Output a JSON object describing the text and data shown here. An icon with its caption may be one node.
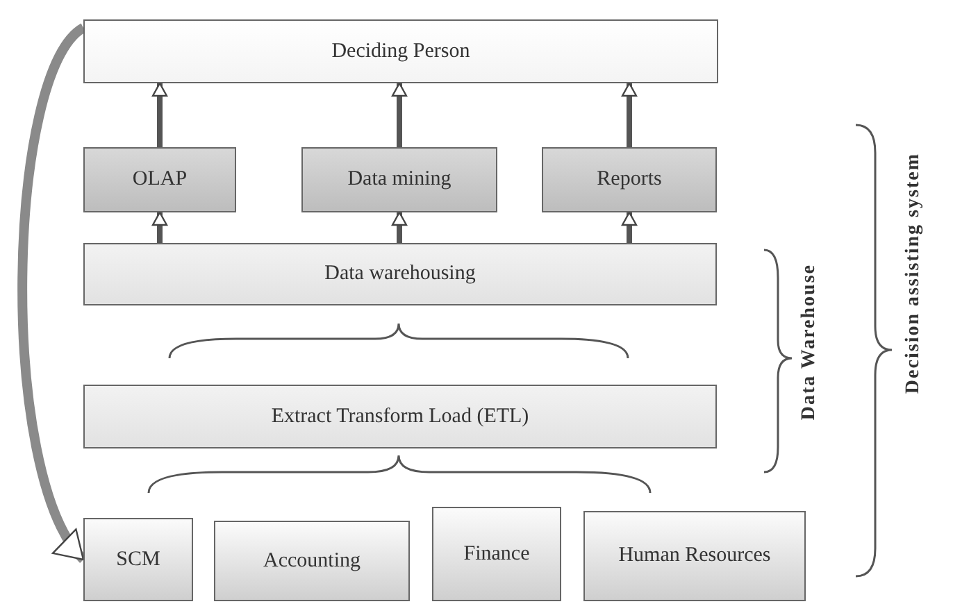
{
  "diagram": {
    "nodes": [
      {
        "text": [
          "Deciding Person"
        ]
      },
      {
        "text": [
          "OLAP"
        ]
      },
      {
        "text": [
          "Data mining"
        ]
      },
      {
        "text": [
          "Reports"
        ]
      },
      {
        "text": [
          "Data warehousing"
        ]
      },
      {
        "text": [
          "Extract Transform Load (ETL)"
        ]
      },
      {
        "text": [
          "SCM"
        ]
      },
      {
        "text": [
          "Accounting"
        ]
      },
      {
        "text": [
          "Finance"
        ]
      },
      {
        "text": [
          "Human Resources"
        ]
      }
    ],
    "edges": [
      {
        "from": 1,
        "to": 0,
        "arrow": "to"
      },
      {
        "from": 2,
        "to": 0,
        "arrow": "to"
      },
      {
        "from": 3,
        "to": 0,
        "arrow": "to"
      },
      {
        "from": 4,
        "to": 1,
        "arrow": "to"
      },
      {
        "from": 4,
        "to": 2,
        "arrow": "to"
      },
      {
        "from": 4,
        "to": 3,
        "arrow": "to"
      },
      {
        "from": 0,
        "to": 6,
        "arrow": "to"
      }
    ],
    "labels": [
      "Data Warehouse",
      "Decision assisting system"
    ]
  }
}
